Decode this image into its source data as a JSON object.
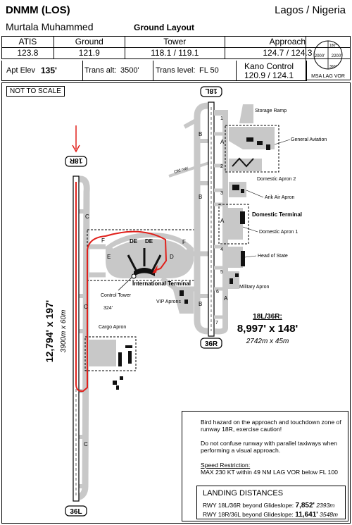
{
  "header": {
    "code": "DNMM (LOS)",
    "city": "Lagos / Nigeria",
    "airport_name": "Murtala Muhammed",
    "chart_title": "Ground Layout"
  },
  "frequencies": [
    {
      "label": "ATIS",
      "value": "123.8"
    },
    {
      "label": "Ground",
      "value": "121.9"
    },
    {
      "label": "Tower",
      "value": "118.1 / 119.1"
    },
    {
      "label": "Approach",
      "value": "124.7 / 124.3"
    }
  ],
  "info": {
    "elev_label": "Apt Elev",
    "elev_value": "135'",
    "trans_alt_label": "Trans alt:",
    "trans_alt_value": "3500'",
    "trans_level_label": "Trans level:",
    "trans_level_value": "FL 50",
    "kano_label": "Kano Control",
    "kano_value": "120.9 / 124.1"
  },
  "msa": {
    "label": "MSA LAG VOR",
    "left_alt": "2000'",
    "right_alt": "2200'",
    "top_bearing": "180°",
    "bottom_bearing": "360°"
  },
  "not_to_scale": "NOT TO SCALE",
  "runways": {
    "r18r": "18R",
    "r36l": "36L",
    "r18l": "18L",
    "r36r": "36R",
    "long_dims": "12,794' x 197'",
    "long_metric": "3900m x 60m",
    "short_id": "18L/36R:",
    "short_dims": "8,997' x 148'",
    "short_metric": "2742m x 45m"
  },
  "labels": {
    "storage_ramp": "Storage Ramp",
    "general_aviation": "General Aviation",
    "old_rwy": "Old rwy",
    "domestic_apron2": "Domestic Apron 2",
    "arik_air": "Arik Air Apron",
    "domestic_terminal": "Domestic Terminal",
    "domestic_apron1": "Domestic Apron 1",
    "head_of_state": "Head of State",
    "military_apron": "Military Apron",
    "international_terminal": "International Terminal",
    "control_tower": "Control Tower",
    "control_tower_height": "324'",
    "vip_aprons": "VIP Aprons",
    "cargo_apron": "Cargo Apron"
  },
  "taxiways": {
    "b": "B",
    "c": "C",
    "a": "A",
    "d": "D",
    "e": "E",
    "f": "F",
    "de": "DE",
    "nums": [
      "1",
      "2",
      "3",
      "4",
      "5",
      "6",
      "7"
    ]
  },
  "notes": {
    "bird": "Bird hazard on the approach and touchdown zone of runway 18R, exercise caution!",
    "confuse": "Do not confuse runway with parallel taxiways when performing a visual approach.",
    "speed_title": "Speed Restriction:",
    "speed_text": "MAX 230 KT within 49 NM LAG VOR below FL 100"
  },
  "landing": {
    "title": "LANDING DISTANCES",
    "rows": [
      {
        "label": "RWY 18L/36R beyond Glideslope:",
        "ft": "7,852'",
        "m": "2393m"
      },
      {
        "label": "RWY 18R/36L beyond Glideslope:",
        "ft": "11,641'",
        "m": "3548m"
      }
    ]
  },
  "colors": {
    "taxiway_gray": "#c8c8c8",
    "building_black": "#111111",
    "route_red": "#e0201b"
  }
}
